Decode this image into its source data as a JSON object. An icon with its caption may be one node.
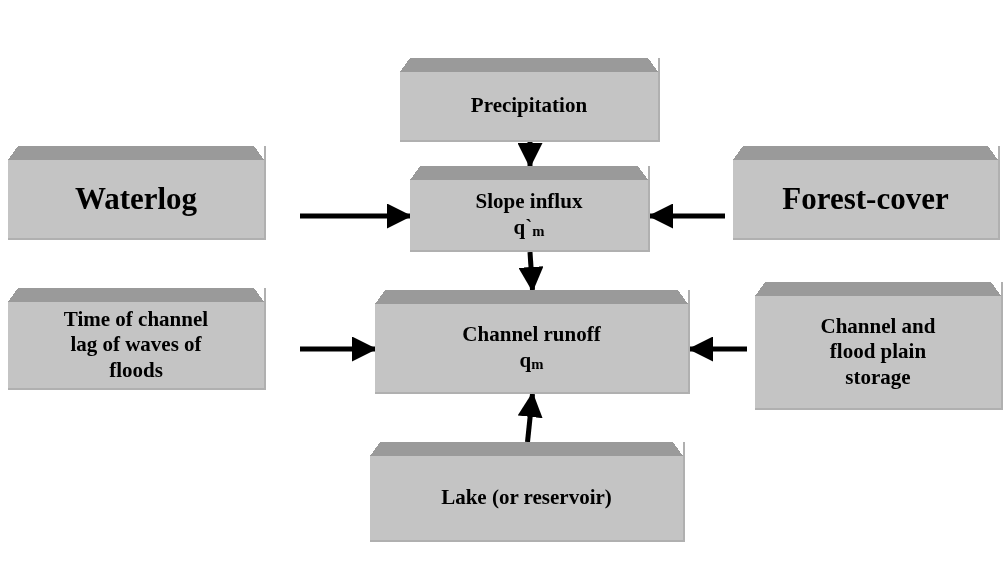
{
  "diagram": {
    "nodes": [
      {
        "text": [
          "Precipitation"
        ]
      },
      {
        "text": [
          "Waterlog"
        ]
      },
      {
        "text": [
          "Slope influx",
          "q`$_{m}$"
        ]
      },
      {
        "text": [
          "Forest-cover"
        ]
      },
      {
        "text": [
          "Time of channel lag of waves of floods"
        ]
      },
      {
        "text": [
          "Channel runoff",
          "q$_{m}$"
        ]
      },
      {
        "text": [
          "Channel and flood plain storage"
        ]
      },
      {
        "text": [
          "Lake (or reservoir)"
        ]
      }
    ],
    "edges": [
      {
        "from": 0,
        "to": 2,
        "arrow": "to"
      },
      {
        "from": 1,
        "to": 2,
        "arrow": "to"
      },
      {
        "from": 3,
        "to": 2,
        "arrow": "to"
      },
      {
        "from": 2,
        "to": 5,
        "arrow": "to"
      },
      {
        "from": 4,
        "to": 5,
        "arrow": "to"
      },
      {
        "from": 6,
        "to": 5,
        "arrow": "to"
      },
      {
        "from": 7,
        "to": 5,
        "arrow": "to"
      }
    ]
  }
}
